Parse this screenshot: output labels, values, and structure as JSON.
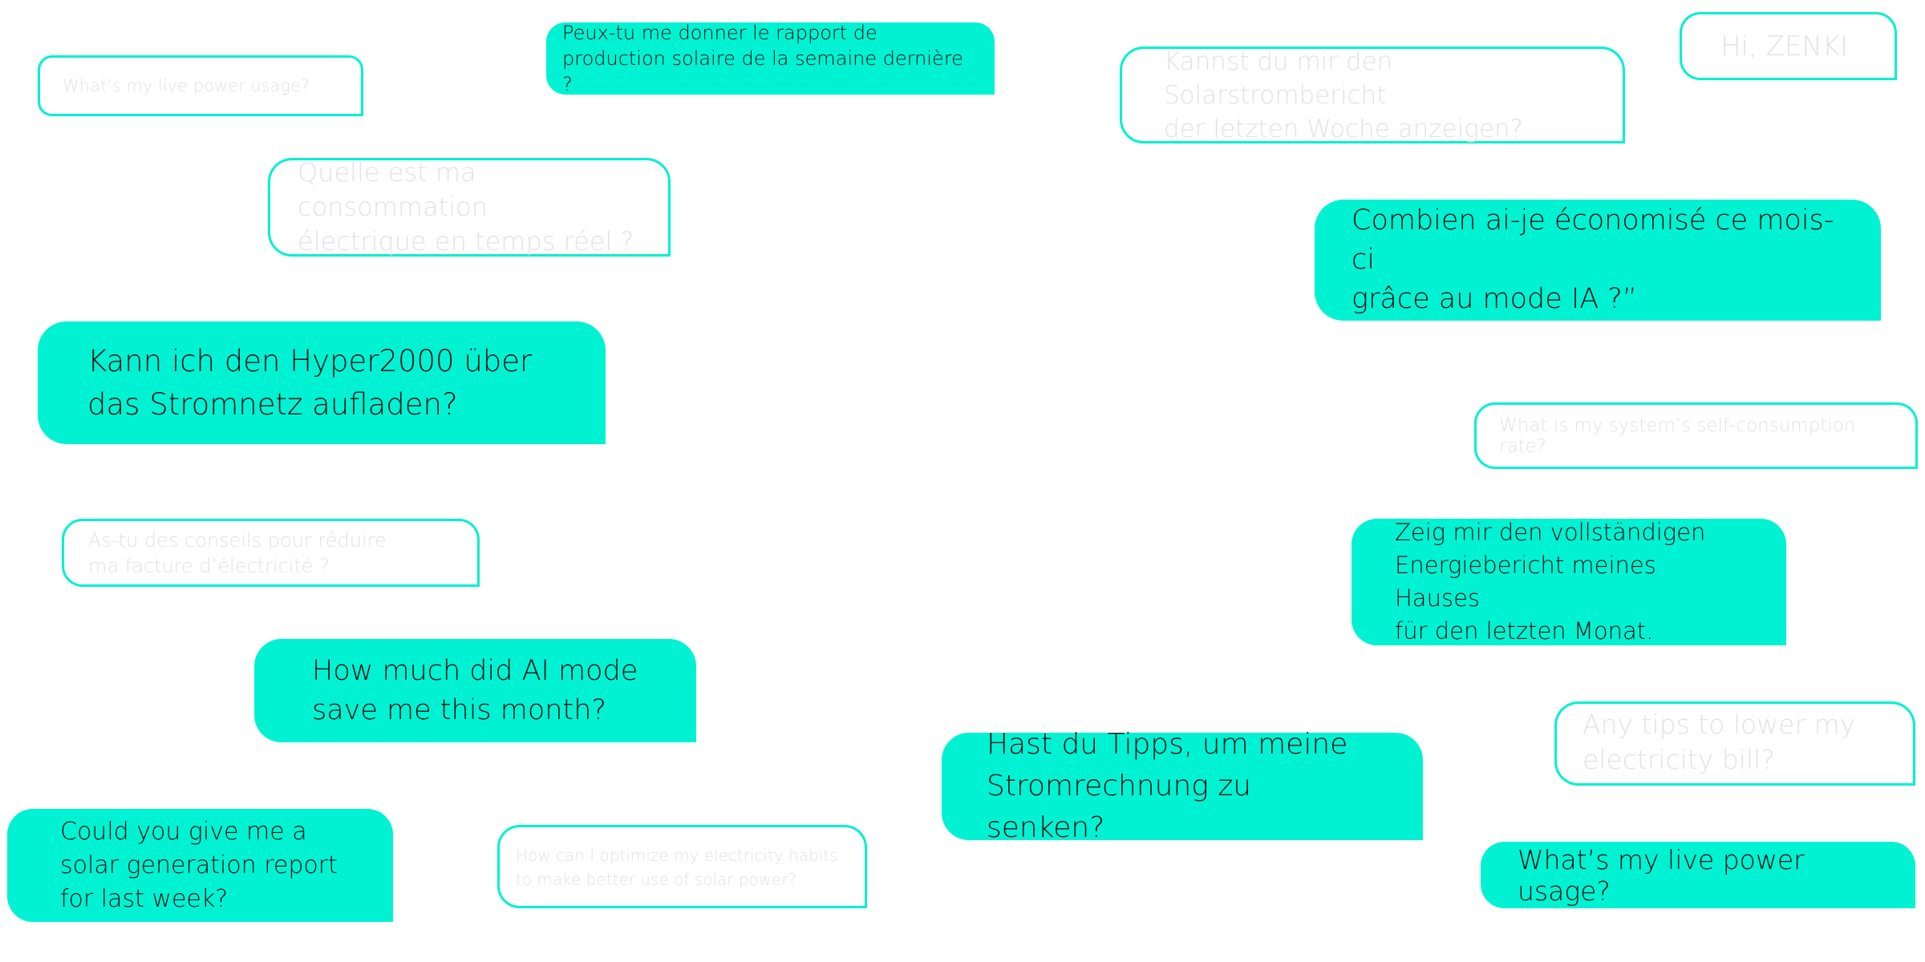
{
  "theme": {
    "accent": "#00f2d2",
    "outline_text": "#e2e2e2",
    "filled_text": "#111111",
    "background": "#ffffff"
  },
  "bubbles": [
    {
      "id": "b1",
      "style": "outline",
      "text": "What’s my live power usage?"
    },
    {
      "id": "b2",
      "style": "filled",
      "text": "Peux-tu me donner le rapport de\nproduction solaire de la semaine dernière ?"
    },
    {
      "id": "b3",
      "style": "outline",
      "text": "Kannst du mir den Solarstrombericht\nder letzten Woche anzeigen?"
    },
    {
      "id": "b4",
      "style": "outline",
      "text": "Hi, ZENKI"
    },
    {
      "id": "b5",
      "style": "outline",
      "text": "Quelle est ma consommation\nélectrique en temps réel ?"
    },
    {
      "id": "b6",
      "style": "filled",
      "text": "Combien ai-je économisé ce mois-ci\ngrâce au mode IA ?”"
    },
    {
      "id": "b7",
      "style": "filled",
      "text": "Kann ich den Hyper2000 über\ndas Stromnetz aufladen?"
    },
    {
      "id": "b8",
      "style": "outline",
      "text": "What is my system’s self-consumption rate?"
    },
    {
      "id": "b9",
      "style": "outline",
      "text": "As-tu des conseils pour réduire\nma facture d’électricité ?"
    },
    {
      "id": "b10",
      "style": "filled",
      "text": "Zeig mir den vollständigen\nEnergiebericht meines Hauses\nfür den letzten Monat."
    },
    {
      "id": "b11",
      "style": "filled",
      "text": "How much did AI mode\nsave me this month?"
    },
    {
      "id": "b12",
      "style": "outline",
      "text": "Any tips to lower my\nelectricity bill?"
    },
    {
      "id": "b13",
      "style": "filled",
      "text": "Hast du Tipps, um meine\nStromrechnung zu senken?"
    },
    {
      "id": "b14",
      "style": "filled",
      "text": "Could you give me a\nsolar generation report\nfor last week?"
    },
    {
      "id": "b15",
      "style": "outline",
      "text": "How can I optimize my electricity habits\nto make better use of solar power?"
    },
    {
      "id": "b16",
      "style": "filled",
      "text": "What’s my live power usage?"
    }
  ]
}
